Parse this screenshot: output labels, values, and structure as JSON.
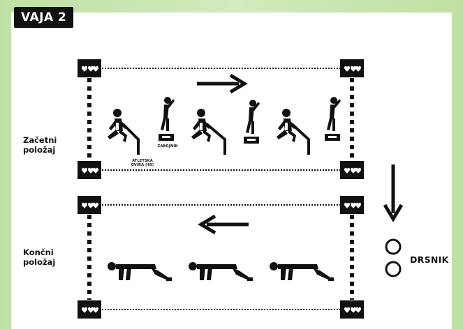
{
  "title": "VAJA 2",
  "labels": {
    "start_position": [
      "Začetni",
      "položaj"
    ],
    "end_position": [
      "Končni",
      "položaj"
    ],
    "hurdle": [
      "ATLETSKA",
      "OVIRA (40)"
    ],
    "box": [
      "ZABOJNIK"
    ],
    "slider": "DRSNIK"
  },
  "colors": {
    "background": "#bfe0a3",
    "panel": "#ffffff",
    "ink": "#111111"
  },
  "icons": {
    "marker": "heart-marker-icon",
    "arrow_right": "arrow-right-icon",
    "arrow_left": "arrow-left-icon",
    "arrow_down": "arrow-down-icon",
    "slider": "slider-disc-icon"
  }
}
